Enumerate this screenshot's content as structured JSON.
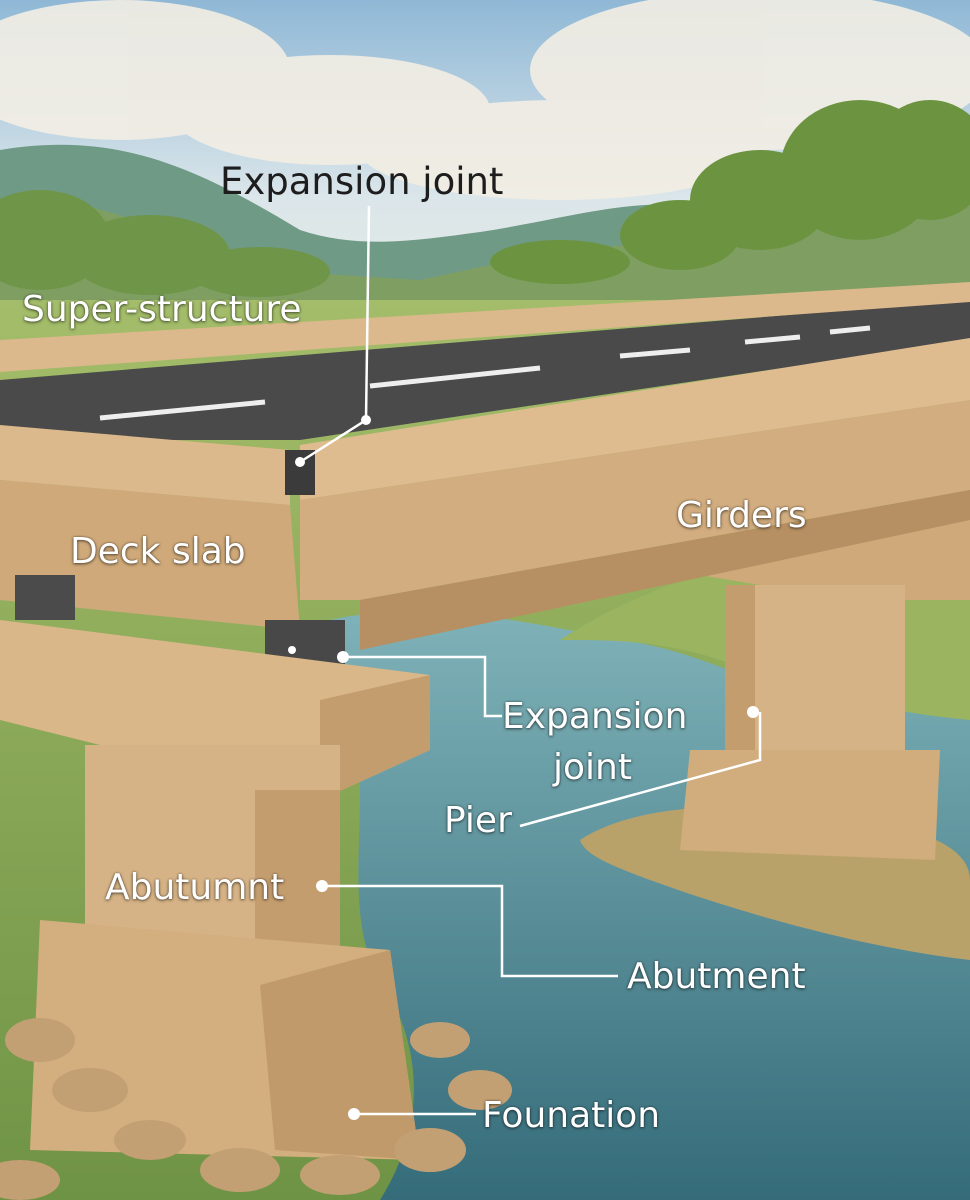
{
  "labels": {
    "expansion_joint_top": "Expansion joint",
    "super_structure": "Super-structure",
    "deck_slab": "Deck slab",
    "girders": "Girders",
    "expansion_joint_mid_line1": "Expansion",
    "expansion_joint_mid_line2": "joint",
    "pier": "Pier",
    "abutumnt": "Abutumnt",
    "abutment": "Abutment",
    "founation": "Founation"
  },
  "colors": {
    "sky": "#b9d4e4",
    "concrete": "#d8b58a",
    "concrete_shadow": "#b08a60",
    "road": "#4a4a4a",
    "water": "#4f8a96",
    "grass": "#8fae5c",
    "leader_line": "#ffffff"
  }
}
